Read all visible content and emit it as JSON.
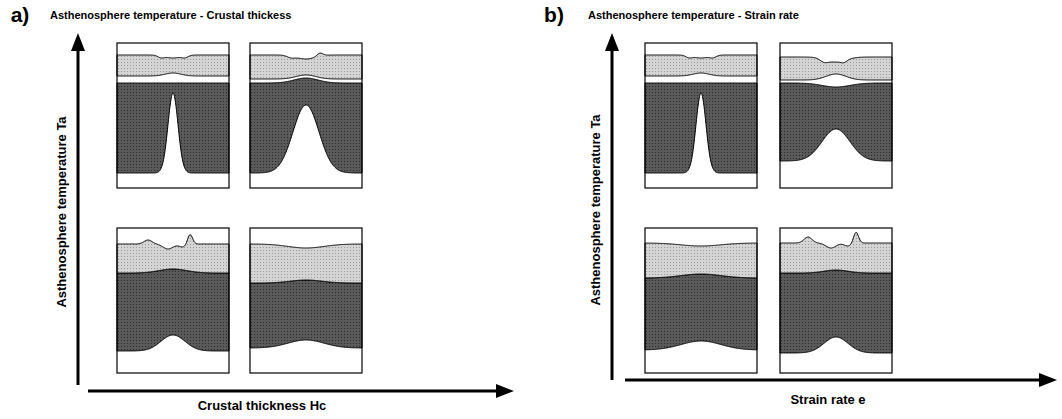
{
  "diagram": {
    "labels": [
      "a)",
      "Asthenosphere temperature - Crustal thickess",
      "Asthenosphere temperature Ta",
      "Crustal thickness Hc",
      "b)",
      "Asthenosphere temperature - Strain rate",
      "Asthenosphere temperature Ta",
      "Strain rate e"
    ]
  }
}
